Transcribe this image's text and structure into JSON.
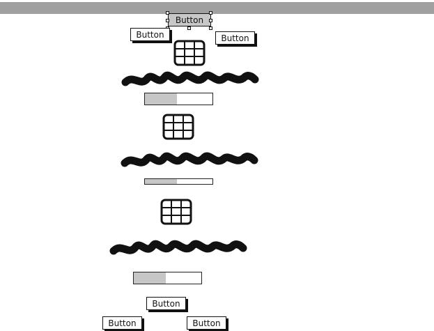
{
  "buttons": {
    "top_center": "Button",
    "top_left": "Button",
    "top_right": "Button",
    "bottom_center": "Button",
    "bottom_left": "Button",
    "bottom_right": "Button"
  },
  "progress": {
    "first": 0.47,
    "second": 0.47,
    "third": 0.47
  },
  "icons": {
    "grid": "table-grid-icon"
  },
  "colors": {
    "toolbar": "#a0a0a0",
    "selection_fill": "#c8c8c8",
    "progress_fill": "#c6c6c6",
    "ink": "#111111"
  }
}
